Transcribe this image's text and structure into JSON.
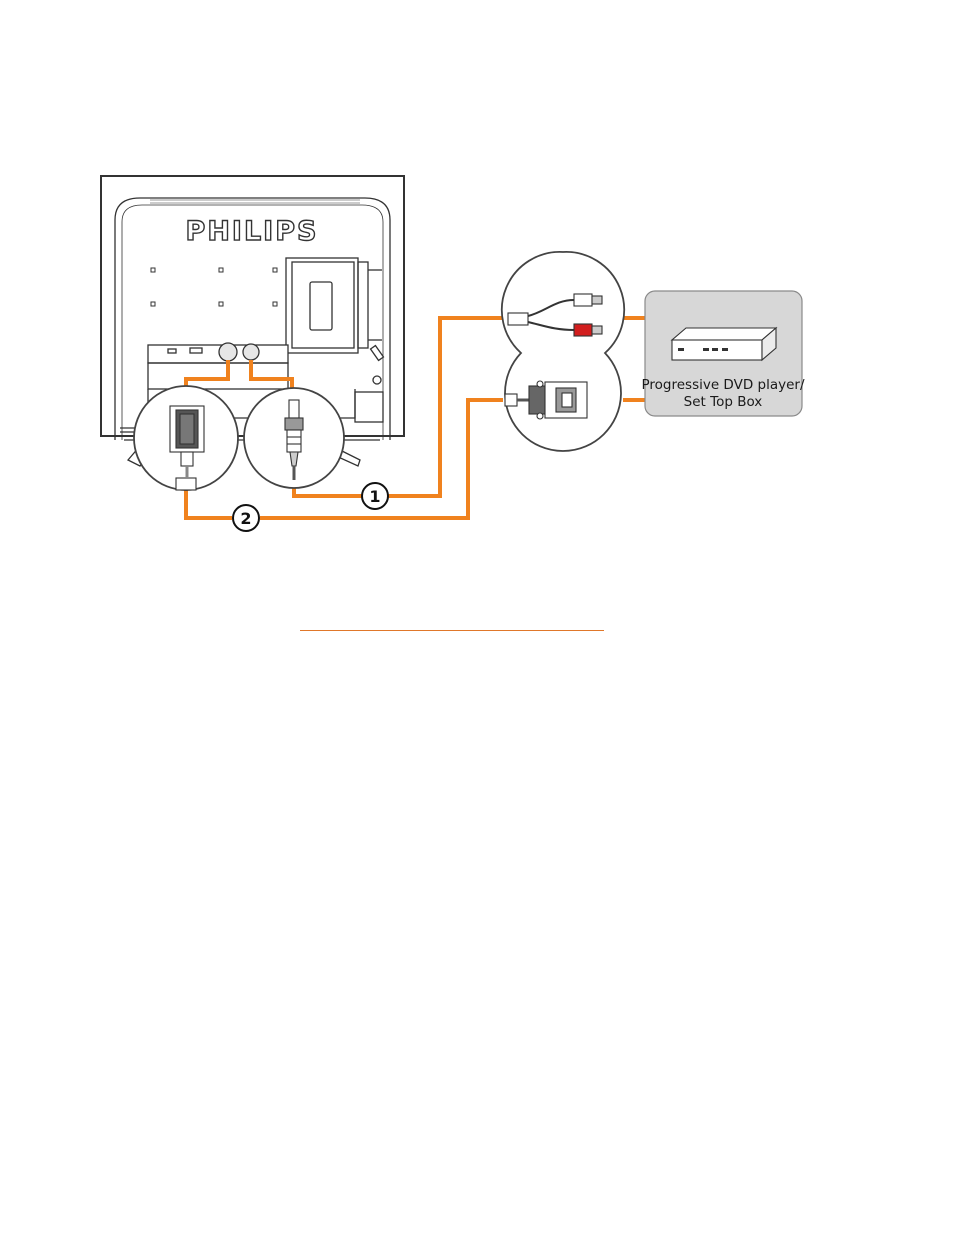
{
  "monitor": {
    "brand": "PHILIPS"
  },
  "device": {
    "label_line1": "Progressive DVD player/",
    "label_line2": "Set Top Box"
  },
  "steps": {
    "one": "1",
    "two": "2"
  },
  "colors": {
    "cable": "#f0821e",
    "outline": "#333333",
    "device_box_fill": "#d7d7d7",
    "link": "#e0772a"
  }
}
